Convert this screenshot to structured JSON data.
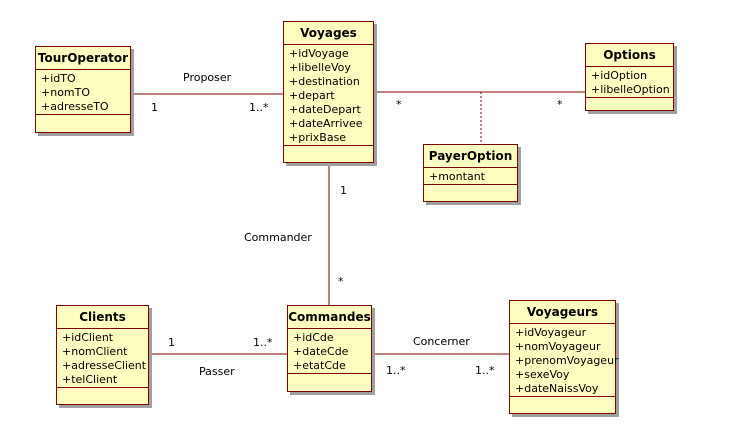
{
  "classes": {
    "tour_operator": {
      "name": "TourOperator",
      "attrs": [
        "+idTO",
        "+nomTO",
        "+adresseTO"
      ]
    },
    "voyages": {
      "name": "Voyages",
      "attrs": [
        "+idVoyage",
        "+libelleVoy",
        "+destination",
        "+depart",
        "+dateDepart",
        "+dateArrivee",
        "+prixBase"
      ]
    },
    "options": {
      "name": "Options",
      "attrs": [
        "+idOption",
        "+libelleOption"
      ]
    },
    "payer_option": {
      "name": "PayerOption",
      "attrs": [
        "+montant"
      ]
    },
    "clients": {
      "name": "Clients",
      "attrs": [
        "+idClient",
        "+nomClient",
        "+adresseClient",
        "+telClient"
      ]
    },
    "commandes": {
      "name": "Commandes",
      "attrs": [
        "+idCde",
        "+dateCde",
        "+etatCde"
      ]
    },
    "voyageurs": {
      "name": "Voyageurs",
      "attrs": [
        "+idVoyageur",
        "+nomVoyageur",
        "+prenomVoyageur",
        "+sexeVoy",
        "+dateNaissVoy"
      ]
    }
  },
  "associations": {
    "proposer": {
      "label": "Proposer",
      "mult_a": "1",
      "mult_b": "1..*"
    },
    "payer_option": {
      "mult_a": "*",
      "mult_b": "*"
    },
    "commander": {
      "label": "Commander",
      "mult_a": "1",
      "mult_b": "*"
    },
    "passer": {
      "label": "Passer",
      "mult_a": "1",
      "mult_b": "1..*"
    },
    "concerner": {
      "label": "Concerner",
      "mult_a": "1..*",
      "mult_b": "1..*"
    }
  },
  "colors": {
    "class_fill": "#ffffc2",
    "class_border": "#800000",
    "line": "#800000",
    "shadow": "#a0a0a0"
  }
}
